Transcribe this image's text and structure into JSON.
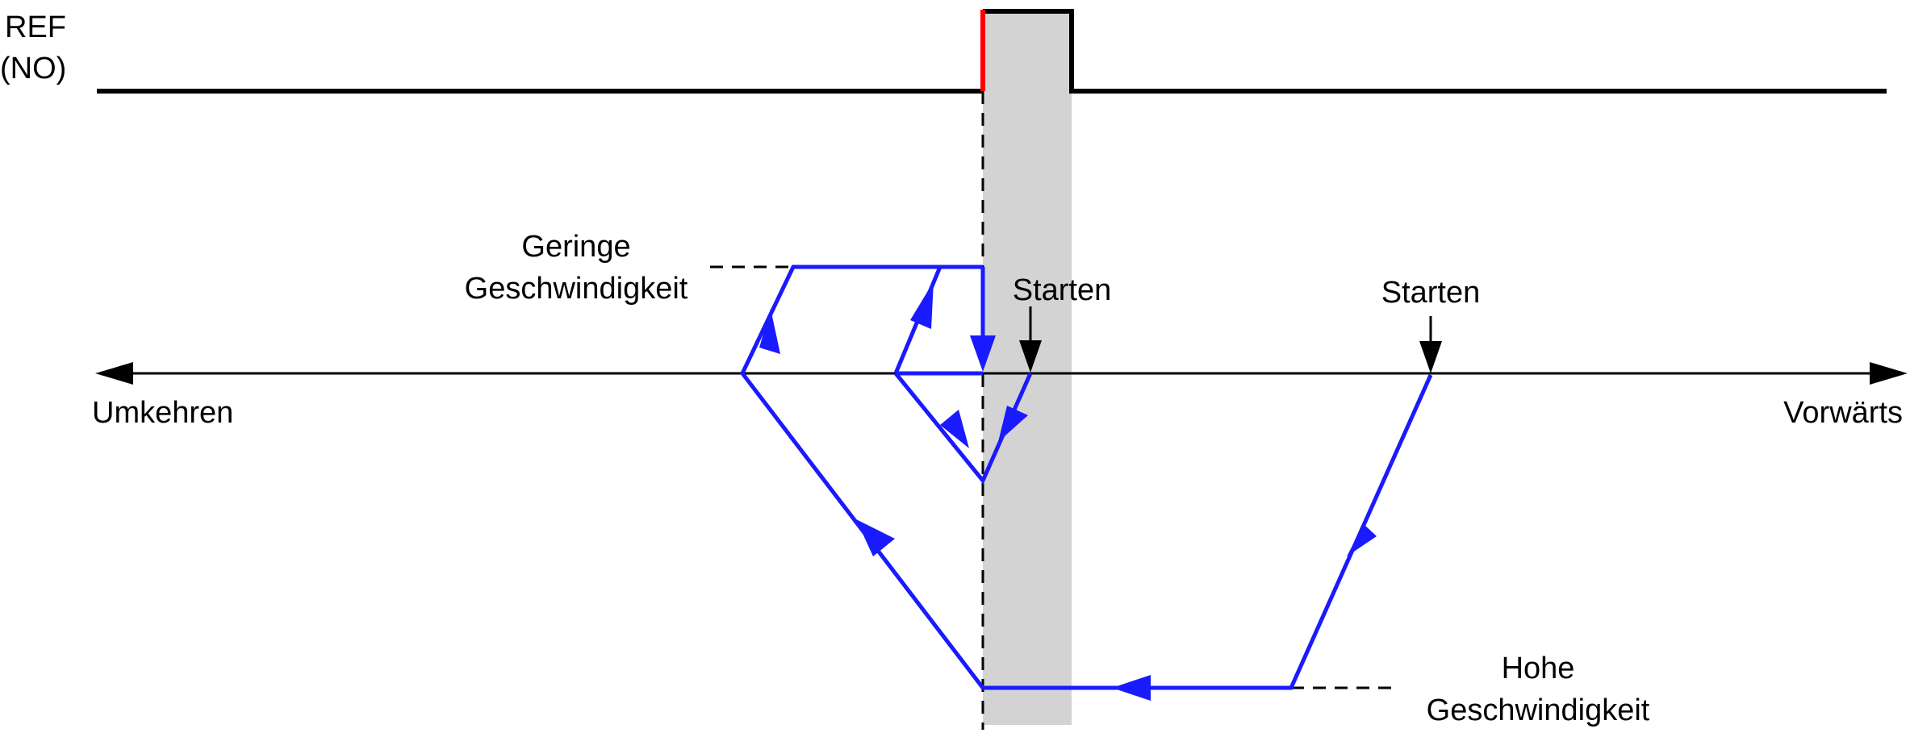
{
  "signal": {
    "name_line1": "REF",
    "name_line2": "(NO)"
  },
  "axis": {
    "left_label": "Umkehren",
    "right_label": "Vorwärts"
  },
  "speeds": {
    "low_line1": "Geringe",
    "low_line2": "Geschwindigkeit",
    "high_line1": "Hohe",
    "high_line2": "Geschwindigkeit"
  },
  "starts": {
    "start_near": "Starten",
    "start_far": "Starten"
  },
  "colors": {
    "trajectory": "#1a1aff",
    "signal": "#000000",
    "signal_edge": "#ff0000",
    "active_zone": "#d3d3d3"
  }
}
